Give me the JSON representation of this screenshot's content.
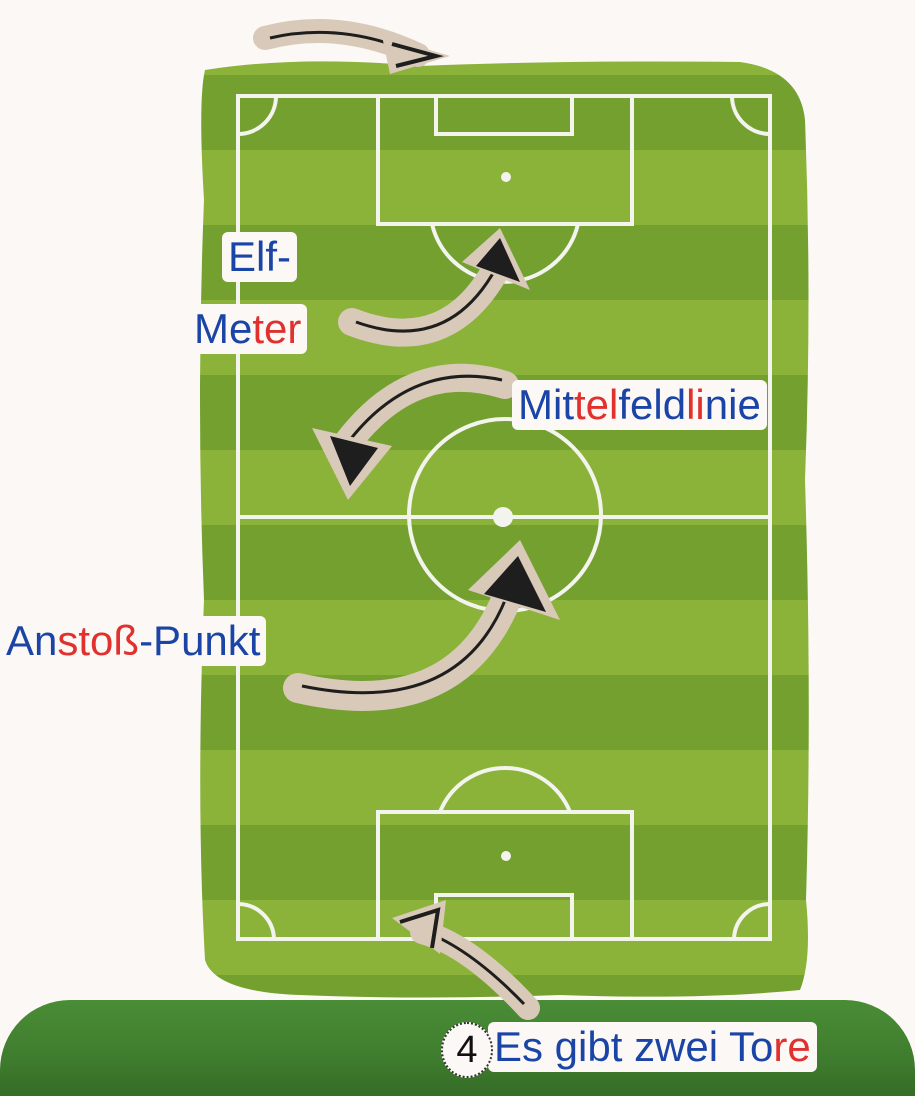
{
  "labels": {
    "elf_line1": [
      {
        "t": "Elf-",
        "red": false
      }
    ],
    "elf_line2": [
      {
        "t": "Me",
        "red": false
      },
      {
        "t": "ter",
        "red": true
      }
    ],
    "mittelfeldlinie": [
      {
        "t": "Mit",
        "red": false
      },
      {
        "t": "tel",
        "red": true
      },
      {
        "t": "feld",
        "red": false
      },
      {
        "t": "li",
        "red": true
      },
      {
        "t": "nie",
        "red": false
      }
    ],
    "anstoss_punkt": [
      {
        "t": "An",
        "red": false
      },
      {
        "t": "stoß",
        "red": true
      },
      {
        "t": "-Punkt",
        "red": false
      }
    ],
    "tore": [
      {
        "t": "Es gibt zwei To",
        "red": false
      },
      {
        "t": "re",
        "red": true
      }
    ]
  },
  "page_number": "4",
  "colors": {
    "text_blue": "#1a44a6",
    "syllable_red": "#e0312f",
    "grass_light": "#8bb33a",
    "grass_dark": "#6f9a2c",
    "line_white": "#f4f4ee",
    "arrow_fill": "#d9c9b8",
    "arrow_ink": "#1e1e1e",
    "background": "#fcf8f5"
  }
}
